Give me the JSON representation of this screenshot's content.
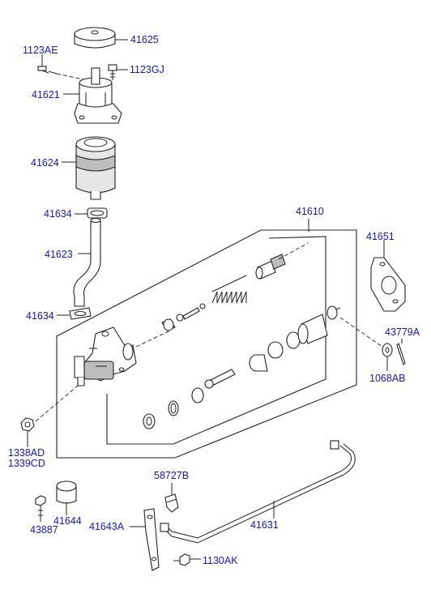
{
  "labels": {
    "p41625": "41625",
    "p1123AE": "1123AE",
    "p1123GJ": "1123GJ",
    "p41621": "41621",
    "p41624": "41624",
    "p41634_top": "41634",
    "p41623": "41623",
    "p41634_bottom": "41634",
    "p41610": "41610",
    "p41651": "41651",
    "p43779A": "43779A",
    "p1068AB": "1068AB",
    "p1338AD": "1338AD",
    "p1339CD": "1339CD",
    "p58727B": "58727B",
    "p41643A": "41643A",
    "p41631": "41631",
    "p43887": "43887",
    "p41644": "41644",
    "p1130AK": "1130AK"
  }
}
